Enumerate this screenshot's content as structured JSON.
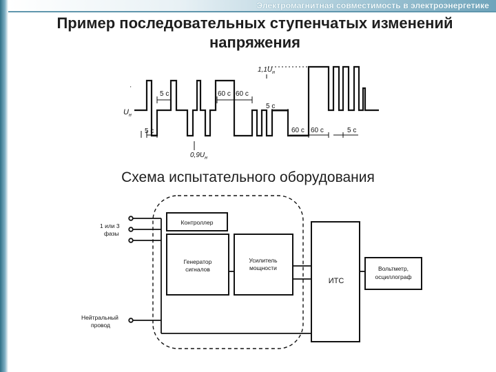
{
  "header": {
    "banner_text": "Электромагнитная совместимость в электроэнергетике"
  },
  "slide": {
    "title": "Пример последовательных ступенчатых изменений напряжения",
    "subtitle": "Схема испытательного оборудования"
  },
  "waveform": {
    "level_high": "1,1U",
    "level_high_sub": "н",
    "level_nominal": "U",
    "level_nominal_sub": "н",
    "level_low": "0,9U",
    "level_low_sub": "н",
    "dur_5s_a": "5 с",
    "dur_5s_b": "5 с",
    "dur_5s_c": "5 с",
    "dur_5s_d": "5 с",
    "dur_60s_a": "60 с",
    "dur_60s_b": "60 с",
    "dur_60s_c": "60 с",
    "dur_60s_d": "60 с"
  },
  "schematic": {
    "phase_label_1": "1 или 3",
    "phase_label_2": "фазы",
    "neutral_label_1": "Нейтральный",
    "neutral_label_2": "провод",
    "controller": "Контроллер",
    "generator_1": "Генератор",
    "generator_2": "сигналов",
    "amplifier_1": "Усилитель",
    "amplifier_2": "мощности",
    "its": "ИТС",
    "voltmeter_1": "Вольтметр,",
    "voltmeter_2": "осциллограф"
  }
}
